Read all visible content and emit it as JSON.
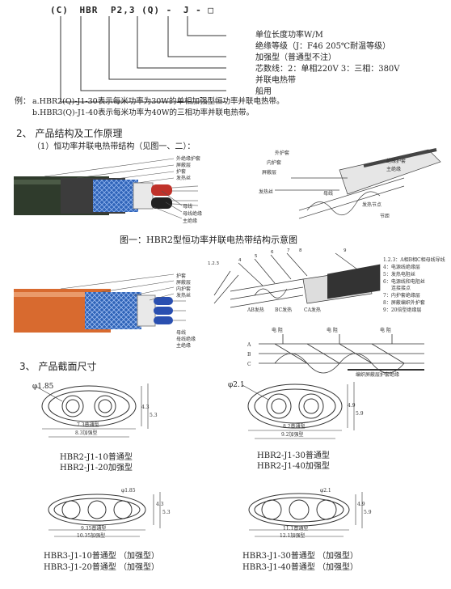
{
  "model_code": {
    "parts": [
      "(C)",
      "HBR",
      "P2,3",
      "(Q)",
      "-",
      "J",
      "-",
      "□"
    ],
    "legend": [
      "单位长度功率W/M",
      "绝缘等级（J：F46 205℃耐温等级）",
      "加强型（普通型不注）",
      "芯数线：2：单相220V 3：三相：380V",
      "并联电热带",
      "船用"
    ]
  },
  "examples": {
    "prefix": "例：",
    "a": "a.HBR2(Q)-J1-30表示每米功率为30W的单相加强型恒功率并联电热带。",
    "b": "b.HBR3(Q)-J1-40表示每米功率为40W的三相功率并联电热带。"
  },
  "section2": {
    "title": "2、 产品结构及工作原理",
    "sub": "（1）恒功率并联电热带结构（见图一、二）：",
    "fig1_caption": "图一：HBR2型恒功率并联电热带结构示意图",
    "cable_labels": [
      "外绝缘护套",
      "屏蔽层",
      "护套",
      "发热丝",
      "内护套",
      "母线",
      "母线绝缘",
      "主绝缘"
    ],
    "diag_labels": [
      "外护套",
      "内护套",
      "屏蔽层",
      "发热丝",
      "母线",
      "发热节点",
      "绝缘护套",
      "主绝缘",
      "节距"
    ],
    "legend2": [
      "1.2.3：A相B相C相母线导线",
      "4：电源线绝缘层",
      "5：发热电阻丝",
      "6：电源线和电阻丝",
      "连接接点",
      "7：内护套绝缘层",
      "8：屏蔽编织外护套",
      "9：20倍型绝缘层"
    ],
    "abc_labels": [
      "AB发热",
      "BC发热",
      "CA发热"
    ],
    "phase_labels": [
      "A",
      "B",
      "C"
    ],
    "resist_labels": [
      "电 阻",
      "电 阻",
      "电 阻"
    ],
    "bottom_label": "编织屏蔽层护套绝缘"
  },
  "section3": {
    "title": "3、 产品截面尺寸",
    "sections": [
      {
        "dia": "φ1.85",
        "inner": "7.3普通型",
        "outer": "8.3加强型",
        "h1": "4.3",
        "h2": "5.3",
        "cap1": "HBR2-J1-10普通型",
        "cap2": "HBR2-J1-20加强型"
      },
      {
        "dia": "φ2.1",
        "inner": "8.2普通型",
        "outer": "9.2加强型",
        "h1": "4.9",
        "h2": "5.9",
        "cap1": "HBR2-J1-30普通型",
        "cap2": "HBR2-J1-40加强型"
      },
      {
        "dia": "φ1.85",
        "inner": "9.35普通型",
        "outer": "10.35加强型",
        "h1": "4.3",
        "h2": "5.3",
        "cap1": "HBR3-J1-10普通型 （加强型）",
        "cap2": "HBR3-J1-20普通型 （加强型）"
      },
      {
        "dia": "φ2.1",
        "inner": "11.1普通型",
        "outer": "12.1加强型",
        "h1": "4.9",
        "h2": "5.9",
        "cap1": "HBR3-J1-30普通型 （加强型）",
        "cap2": "HBR3-J1-40普通型 （加强型）"
      }
    ]
  },
  "colors": {
    "jacket_dark": "#2f3b2c",
    "jacket_orange": "#d86a2f",
    "braid_blue": "#2e63b8",
    "core_red": "#c0322a",
    "core_blue": "#2a4fb0"
  }
}
